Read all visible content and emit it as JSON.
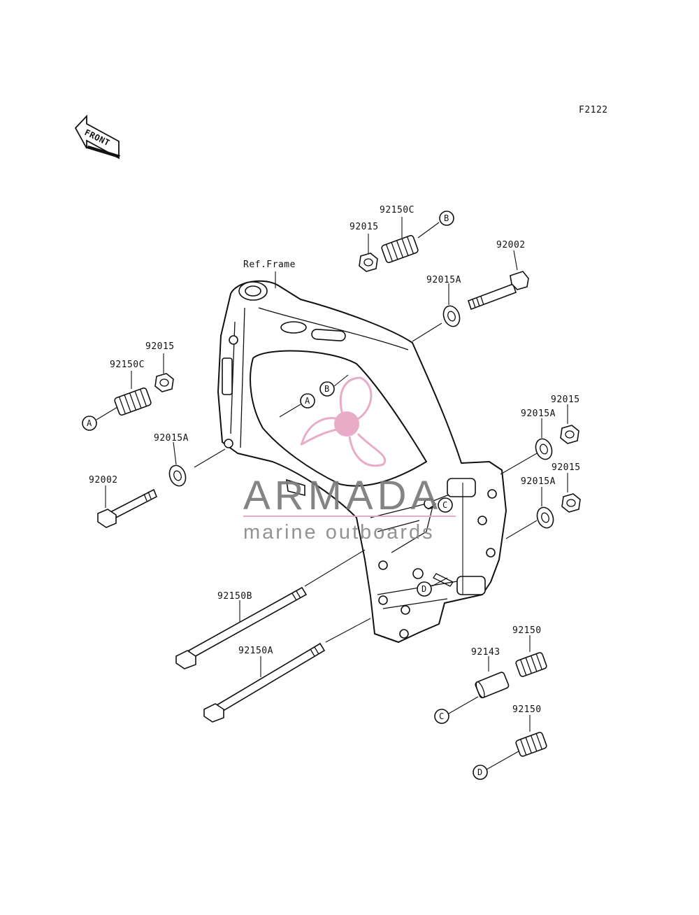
{
  "diagram": {
    "code": "F2122",
    "front_arrow": "FRONT",
    "ref_frame": "Ref.Frame",
    "parts": {
      "p92150C_top": "92150C",
      "p92015_top": "92015",
      "p92002_right": "92002",
      "p92015A_upper_right": "92015A",
      "p92015_left": "92015",
      "p92150C_left": "92150C",
      "p92015A_left": "92015A",
      "p92002_left": "92002",
      "p92015_right1": "92015",
      "p92015A_right1": "92015A",
      "p92015_right2": "92015",
      "p92015A_right2": "92015A",
      "p92150B": "92150B",
      "p92150A": "92150A",
      "p92150_1": "92150",
      "p92143": "92143",
      "p92150_2": "92150"
    },
    "callouts": {
      "A": "A",
      "B": "B",
      "C": "C",
      "D": "D"
    }
  },
  "watermark": {
    "brand": "ARMADA",
    "tagline": "marine outboards",
    "color": "#e8a6c4"
  }
}
